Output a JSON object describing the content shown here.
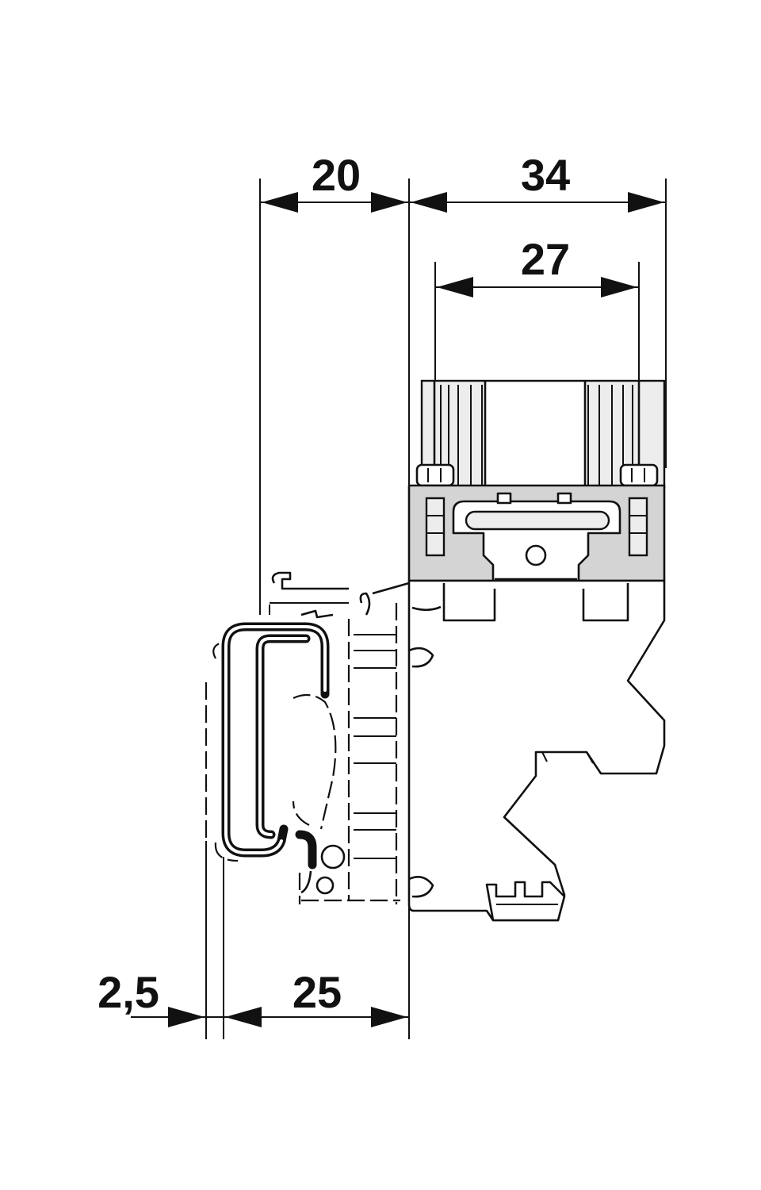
{
  "dimensions": {
    "width_top_left": "20",
    "width_top_right": "34",
    "width_inner": "27",
    "offset_bottom_left": "2,5",
    "width_bottom": "25"
  },
  "colors": {
    "line": "#111111",
    "housing_grey": "#d4d4d4",
    "background": "#ffffff"
  }
}
